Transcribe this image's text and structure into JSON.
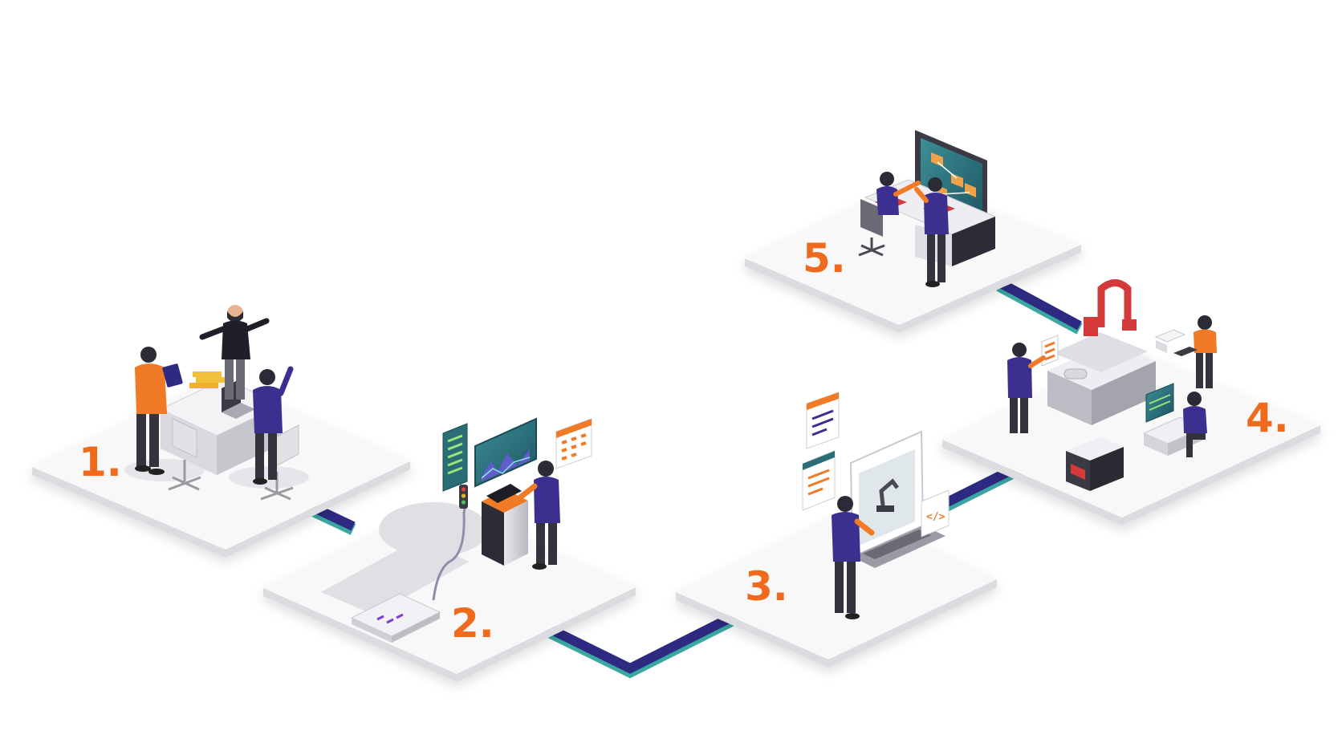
{
  "steps": [
    {
      "number": "1.",
      "scene": "planning-meeting"
    },
    {
      "number": "2.",
      "scene": "data-collection-terminal"
    },
    {
      "number": "3.",
      "scene": "programming-workstation"
    },
    {
      "number": "4.",
      "scene": "cnc-machining-cell"
    },
    {
      "number": "5.",
      "scene": "monitoring-control-room"
    }
  ],
  "colors": {
    "accent": "#f06a1d",
    "brand": "#3b2f8f",
    "connector": "#2e2a82",
    "connector_edge": "#3aa7a3",
    "platform_top": "#f8f8f9",
    "platform_side": "#dcdce0",
    "screen": "#2a6d77"
  },
  "icons": [
    "tablet-icon",
    "chart-icon",
    "calendar-icon",
    "code-icon",
    "document-icon",
    "traffic-light-icon",
    "laptop-icon",
    "monitor-icon"
  ]
}
